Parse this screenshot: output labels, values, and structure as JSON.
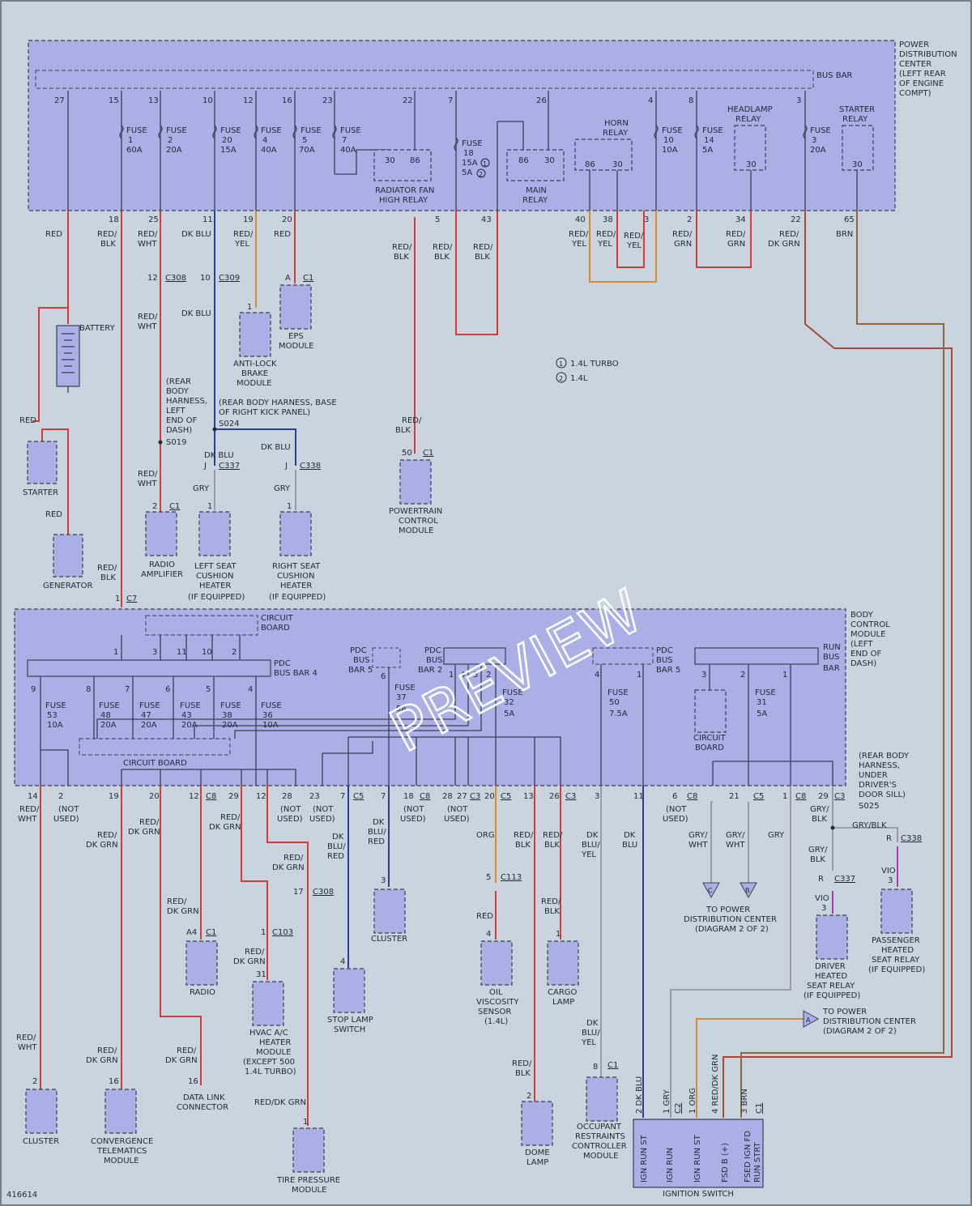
{
  "pdc": {
    "title_lines": [
      "POWER",
      "DISTRIBUTION",
      "CENTER",
      "(LEFT REAR",
      "OF ENGINE",
      "COMPT)"
    ],
    "bus_bar": "BUS BAR"
  },
  "bcm": {
    "title_lines": [
      "BODY",
      "CONTROL",
      "MODULE",
      "(LEFT",
      "END OF",
      "DASH)"
    ]
  },
  "fuses_pdc": [
    {
      "pin": "15",
      "lines": [
        "FUSE",
        "1",
        "60A"
      ]
    },
    {
      "pin": "13",
      "lines": [
        "FUSE",
        "2",
        "20A"
      ]
    },
    {
      "pin": "10",
      "lines": [
        "FUSE",
        "20",
        "15A"
      ]
    },
    {
      "pin": "12",
      "lines": [
        "FUSE",
        "4",
        "40A"
      ]
    },
    {
      "pin": "16",
      "lines": [
        "FUSE",
        "5",
        "70A"
      ]
    },
    {
      "pin": "23",
      "lines": [
        "FUSE",
        "7",
        "40A"
      ]
    },
    {
      "pin": "7",
      "lines": [
        "FUSE",
        "18",
        "15A",
        "5A"
      ]
    },
    {
      "pin": "4",
      "lines": [
        "FUSE",
        "10",
        "10A"
      ]
    },
    {
      "pin": "8",
      "lines": [
        "FUSE",
        "14",
        "5A"
      ]
    },
    {
      "pin": "3",
      "lines": [
        "FUSE",
        "3",
        "20A"
      ]
    }
  ],
  "relays": {
    "radiator_fan": [
      "RADIATOR FAN",
      "HIGH RELAY"
    ],
    "main": [
      "MAIN",
      "RELAY"
    ],
    "horn": [
      "HORN",
      "RELAY"
    ],
    "headlamp": [
      "HEADLAMP",
      "RELAY"
    ],
    "starter": [
      "STARTER",
      "RELAY"
    ]
  },
  "notes": {
    "n1": "1.4L TURBO",
    "n2": "1.4L"
  },
  "components": {
    "battery": "BATTERY",
    "starter": "STARTER",
    "generator": "GENERATOR",
    "radio_amp": [
      "RADIO",
      "AMPLIFIER"
    ],
    "left_seat": [
      "LEFT SEAT",
      "CUSHION",
      "HEATER",
      "(IF EQUIPPED)"
    ],
    "right_seat": [
      "RIGHT SEAT",
      "CUSHION",
      "HEATER",
      "(IF EQUIPPED)"
    ],
    "abs": [
      "ANTI-LOCK",
      "BRAKE",
      "MODULE"
    ],
    "eps": [
      "EPS",
      "MODULE"
    ],
    "pcm": [
      "POWERTRAIN",
      "CONTROL",
      "MODULE"
    ],
    "cluster1": "CLUSTER",
    "convergence": [
      "CONVERGENCE",
      "TELEMATICS",
      "MODULE"
    ],
    "dlc": [
      "DATA LINK",
      "CONNECTOR"
    ],
    "radio": "RADIO",
    "hvac": [
      "HVAC A/C",
      "HEATER",
      "MODULE",
      "(EXCEPT 500",
      "1.4L TURBO)"
    ],
    "tpm": [
      "TIRE PRESSURE",
      "MODULE"
    ],
    "stop_lamp": [
      "STOP LAMP",
      "SWITCH"
    ],
    "cluster2": "CLUSTER",
    "oil": [
      "OIL",
      "VISCOSITY",
      "SENSOR",
      "(1.4L)"
    ],
    "cargo": [
      "CARGO",
      "LAMP"
    ],
    "dome": [
      "DOME",
      "LAMP"
    ],
    "orc": [
      "OCCUPANT",
      "RESTRAINTS",
      "CONTROLLER",
      "MODULE"
    ],
    "ign": "IGNITION SWITCH",
    "ign_pins": [
      "IGN RUN ST",
      "IGN RUN",
      "IGN RUN ST",
      "FSD B (+)",
      "FSED IGN FD RUN STRT"
    ],
    "driver_seat": [
      "DRIVER",
      "HEATED",
      "SEAT RELAY",
      "(IF EQUIPPED)"
    ],
    "pass_seat": [
      "PASSENGER",
      "HEATED",
      "SEAT RELAY",
      "(IF EQUIPPED)"
    ],
    "to_pdc_c": [
      "TO POWER",
      "DISTRIBUTION CENTER",
      "(DIAGRAM 2 OF 2)"
    ],
    "to_pdc_a": [
      "TO POWER",
      "DISTRIBUTION CENTER",
      "(DIAGRAM 2 OF 2)"
    ]
  },
  "splices": {
    "s019": [
      "(REAR",
      "BODY",
      "HARNESS,",
      "LEFT",
      "END OF",
      "DASH)",
      "S019"
    ],
    "s024": [
      "(REAR BODY HARNESS, BASE",
      "OF RIGHT KICK PANEL)",
      "S024"
    ],
    "s025": [
      "(REAR BODY",
      "HARNESS,",
      "UNDER",
      "DRIVER'S",
      "DOOR SILL)",
      "S025"
    ]
  },
  "bcm_internal": {
    "circuit_board_top": [
      "CIRCUIT",
      "BOARD"
    ],
    "pdc_bus4": [
      "PDC",
      "BUS BAR 4"
    ],
    "pdc_bus5a": [
      "PDC",
      "BUS",
      "BAR 5"
    ],
    "pdc_bus2": [
      "PDC",
      "BUS",
      "BAR 2"
    ],
    "pdc_bus5b": [
      "PDC",
      "BUS",
      "BAR 5"
    ],
    "run_bus": [
      "RUN",
      "BUS",
      "BAR"
    ],
    "circuit_board_r": [
      "CIRCUIT",
      "BOARD"
    ],
    "circuit_board_bottom": "CIRCUIT BOARD",
    "fuses": [
      [
        "FUSE",
        "53",
        "10A"
      ],
      [
        "FUSE",
        "48",
        "20A"
      ],
      [
        "FUSE",
        "47",
        "20A"
      ],
      [
        "FUSE",
        "43",
        "20A"
      ],
      [
        "FUSE",
        "38",
        "20A"
      ],
      [
        "FUSE",
        "36",
        "10A"
      ],
      [
        "FUSE",
        "37",
        "5A"
      ],
      [
        "FUSE",
        "32",
        "5A"
      ],
      [
        "FUSE",
        "50",
        "7.5A"
      ],
      [
        "FUSE",
        "31",
        "5A"
      ]
    ]
  },
  "watermark": "PREVIEW",
  "figure_id": "416614"
}
